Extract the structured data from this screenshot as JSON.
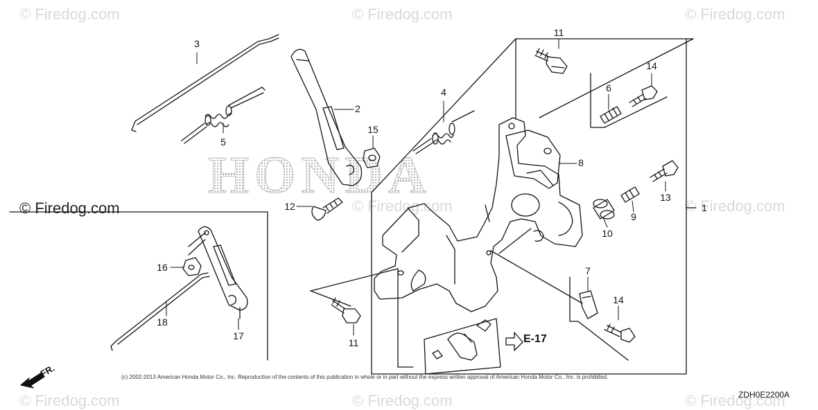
{
  "watermark": {
    "text": "© Firedog.com"
  },
  "brand_text": "HONDA",
  "copyright": "(c) 2002-2013 American Honda Motor Co., Inc. Reproduction of the contents of this publication in whole or in part without the express written approval of American Honda Motor Co., Inc. is prohibited.",
  "diagram_code": "ZDH0E2200A",
  "reference_label": "E-17",
  "front_label": "FR.",
  "callouts": [
    {
      "id": "c1",
      "text": "1"
    },
    {
      "id": "c2",
      "text": "2"
    },
    {
      "id": "c3",
      "text": "3"
    },
    {
      "id": "c4",
      "text": "4"
    },
    {
      "id": "c5",
      "text": "5"
    },
    {
      "id": "c6",
      "text": "6"
    },
    {
      "id": "c7",
      "text": "7"
    },
    {
      "id": "c8",
      "text": "8"
    },
    {
      "id": "c9",
      "text": "9"
    },
    {
      "id": "c10",
      "text": "10"
    },
    {
      "id": "c11a",
      "text": "11"
    },
    {
      "id": "c11b",
      "text": "11"
    },
    {
      "id": "c12",
      "text": "12"
    },
    {
      "id": "c13",
      "text": "13"
    },
    {
      "id": "c14a",
      "text": "14"
    },
    {
      "id": "c14b",
      "text": "14"
    },
    {
      "id": "c15",
      "text": "15"
    },
    {
      "id": "c16",
      "text": "16"
    },
    {
      "id": "c17",
      "text": "17"
    },
    {
      "id": "c18",
      "text": "18"
    }
  ],
  "colors": {
    "line": "#111111",
    "watermark": "#d9d9d9",
    "background": "#ffffff"
  }
}
